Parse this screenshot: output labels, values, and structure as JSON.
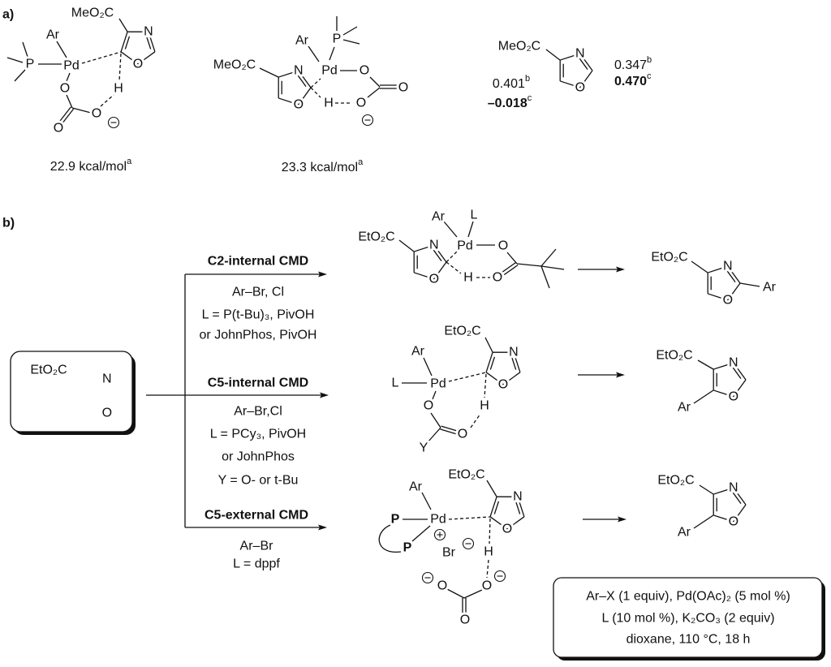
{
  "a": {
    "label": "a)",
    "ts1": {
      "ester": "MeO₂C",
      "ar": "Ar",
      "pd": "Pd",
      "p": "P",
      "n": "N",
      "o": "O",
      "h": "H",
      "o1": "O",
      "o2": "O",
      "o3": "O",
      "energy": "22.9 kcal/mol",
      "energy_note": "a"
    },
    "ts2": {
      "ester": "MeO₂C",
      "ar": "Ar",
      "pd": "Pd",
      "p": "P",
      "n": "N",
      "o": "O",
      "h": "H",
      "o1": "O",
      "o2": "O",
      "o3": "O",
      "energy": "23.3 kcal/mol",
      "energy_note": "a"
    },
    "oxazole": {
      "ester": "MeO₂C",
      "n": "N",
      "o": "O",
      "values": [
        {
          "value": "0.401",
          "note": "b",
          "bold": false
        },
        {
          "value": "–0.018",
          "note": "c",
          "bold": true
        },
        {
          "value": "0.347",
          "note": "b",
          "bold": false
        },
        {
          "value": "0.470",
          "note": "c",
          "bold": true
        }
      ]
    }
  },
  "b": {
    "label": "b)",
    "start": {
      "ester": "EtO₂C",
      "n": "N",
      "o": "O"
    },
    "routes": [
      {
        "title": "C2-internal CMD",
        "conditions": [
          "Ar–Br, Cl",
          "L = P(t-Bu)₃, PivOH",
          "or JohnPhos, PivOH"
        ]
      },
      {
        "title": "C5-internal CMD",
        "conditions": [
          "Ar–Br,Cl",
          "L = PCy₃, PivOH",
          "or JohnPhos",
          "Y = O- or t-Bu"
        ]
      },
      {
        "title": "C5-external CMD",
        "conditions": [
          "Ar–Br",
          "L = dppf"
        ]
      }
    ],
    "int1": {
      "ester": "EtO₂C",
      "n": "N",
      "o": "O",
      "ar": "Ar",
      "l": "L",
      "pd": "Pd",
      "h": "H",
      "o1": "O",
      "o2": "O"
    },
    "int2": {
      "ester": "EtO₂C",
      "n": "N",
      "o": "O",
      "ar": "Ar",
      "l": "L",
      "pd": "Pd",
      "h": "H",
      "o1": "O",
      "o2": "O",
      "y": "Y"
    },
    "int3": {
      "ester": "EtO₂C",
      "n": "N",
      "o": "O",
      "ar": "Ar",
      "p1": "P",
      "p2": "P",
      "pd": "Pd",
      "br": "Br",
      "h": "H",
      "o1": "O",
      "o2": "O",
      "o3": "O"
    },
    "products": [
      {
        "ester": "EtO₂C",
        "n": "N",
        "o": "O",
        "ar": "Ar"
      },
      {
        "ester": "EtO₂C",
        "n": "N",
        "o": "O",
        "ar": "Ar"
      },
      {
        "ester": "EtO₂C",
        "n": "N",
        "o": "O",
        "ar": "Ar"
      }
    ],
    "conditions_box": [
      "Ar–X (1 equiv), Pd(OAc)₂ (5 mol %)",
      "L (10 mol %), K₂CO₃ (2 equiv)",
      "dioxane, 110 °C, 18 h"
    ]
  }
}
